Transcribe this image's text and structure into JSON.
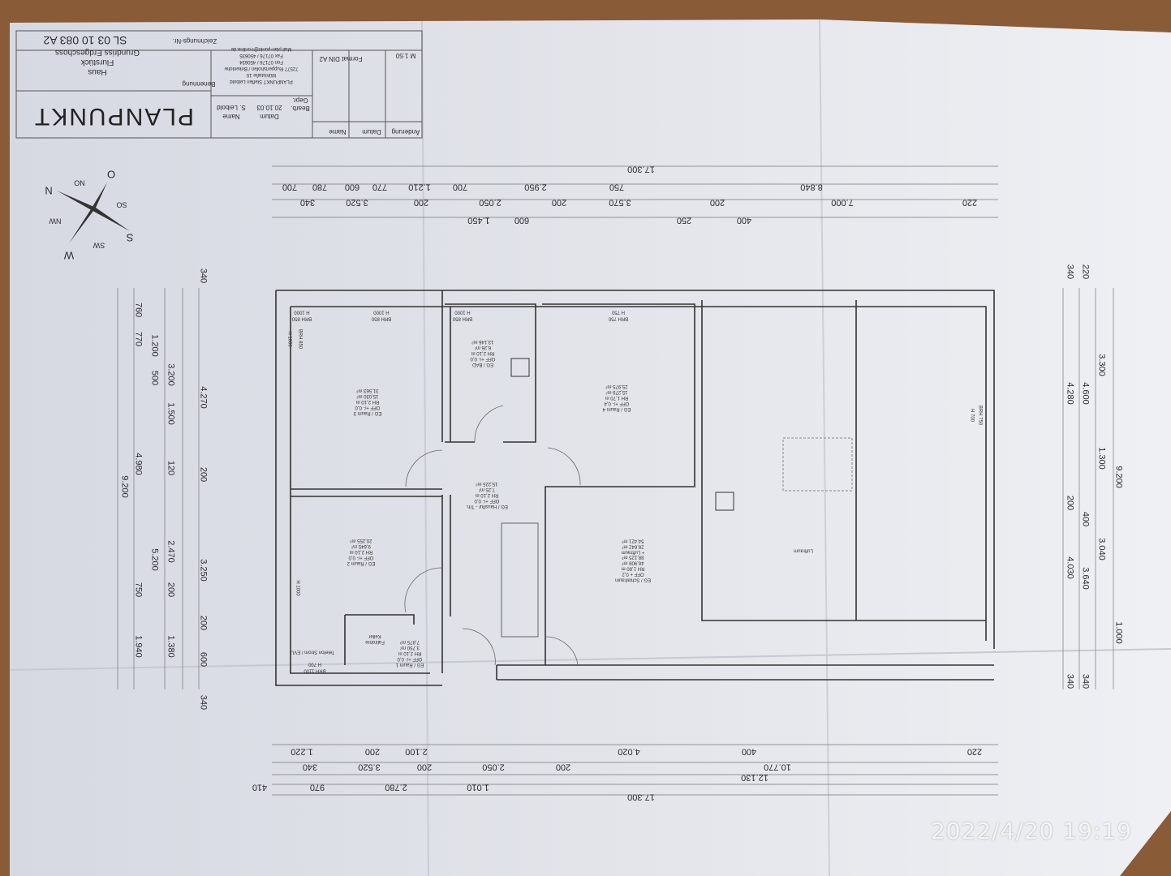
{
  "title_block": {
    "logo": "PLANPUNKT",
    "drawing_no_label": "Zeichnungs-Nr.",
    "drawing_no": "SL 03 10 083 A2",
    "designation_label": "Benennung",
    "designation": [
      "Haus",
      "Flurstück",
      "Grundriss Erdgeschoss"
    ],
    "office": [
      "PLANPUNKT Steffen Leibold",
      "Mühlstaße 10",
      "72577 Ruppertshofen / Birkenlohe",
      "Fon 07176 / 450634",
      "Fax 07176 / 450635",
      "Mail plan-punkt@t-online.de"
    ],
    "scale": "M 1:50",
    "format": "Format DIN A2",
    "rev_headers": [
      "Änderung",
      "Datum",
      "Name"
    ],
    "date_label": "Datum",
    "name_label": "Name",
    "drawn_label": "Bearb.",
    "drawn_date": "20.10.03",
    "drawn_name": "S. Leibold",
    "checked_label": "Gepr."
  },
  "compass": [
    "N",
    "NO",
    "O",
    "SO",
    "S",
    "SW",
    "W",
    "NW"
  ],
  "rooms": [
    {
      "lines": [
        "EG / Raum 3",
        "OFF +/- 0,0",
        "RH 2,10 m",
        "15,030 m²",
        "31,563 m³"
      ]
    },
    {
      "lines": [
        "EG / Raum 2",
        "OFF +/- 0,0",
        "RH 2,10 m",
        "9,645 m²",
        "20,255 m³"
      ]
    },
    {
      "lines": [
        "EG / Raum 1",
        "OFF +/- 0,0",
        "RH 2,10 m",
        "3,750 m²",
        "7,875 m³"
      ]
    },
    {
      "lines": [
        "EG / BAD",
        "OFF +/- 0,0",
        "RH 2,10 m",
        "6,26 m²",
        "13,146 m³"
      ]
    },
    {
      "lines": [
        "EG / Raum 4",
        "OFF +/- 0,4",
        "RH 1,70 m",
        "15,279 m²",
        "25,975 m³"
      ]
    },
    {
      "lines": [
        "EG / Hausflur - Trh.",
        "OFF +/- 0,0",
        "RH 2,10 m",
        "7,25 m²",
        "15,225 m³"
      ]
    },
    {
      "lines": [
        "EG / Schlafraum",
        "OFF + 0,2",
        "RH 1,80 m",
        "46,908 m²",
        "88,125 m³",
        "+ Luftraum",
        "28,642 m²",
        "54,421 m³"
      ]
    },
    {
      "lines": [
        "Luftraum"
      ]
    },
    {
      "lines": [
        "Fallrohre",
        "Keller"
      ]
    },
    {
      "lines": [
        "Telefon   Strom / EVU"
      ]
    }
  ],
  "window_labels": [
    "BRH 850",
    "H 1000",
    "BRH 850",
    "H 1000",
    "BRH 850",
    "H 1000",
    "BRH 750",
    "H 750",
    "BRH 750",
    "H 700",
    "BRH 1100",
    "H 700",
    "BRH 850",
    "H 1000",
    "H 1000"
  ],
  "dims_top": [
    {
      "row": 0,
      "v": [
        "17.300"
      ]
    },
    {
      "row": 1,
      "v": [
        "700",
        "780",
        "600",
        "770",
        "1.210",
        "700",
        "2.950",
        "750",
        "8.840"
      ]
    },
    {
      "row": 2,
      "v": [
        "340",
        "3.520",
        "200",
        "2.050",
        "200",
        "3.570",
        "200",
        "7.000",
        "220"
      ]
    },
    {
      "row": 3,
      "v": [
        "1.450",
        "600",
        "250",
        "400"
      ]
    }
  ],
  "dims_bottom": [
    {
      "row": 0,
      "v": [
        "1.220",
        "200",
        "2.100",
        "4.020",
        "400",
        "220"
      ]
    },
    {
      "row": 1,
      "v": [
        "340",
        "3.520",
        "200",
        "2.050",
        "200",
        "10.770"
      ]
    },
    {
      "row": 2,
      "v": [
        "12.130"
      ]
    },
    {
      "row": 3,
      "v": [
        "410",
        "970",
        "2.780",
        "1.010"
      ]
    },
    {
      "row": 4,
      "v": [
        "17.300"
      ]
    }
  ],
  "dims_left": [
    {
      "v": [
        "340",
        "4.270",
        "200",
        "3.250",
        "200",
        "600",
        "340"
      ]
    },
    {
      "v": [
        "3.200",
        "1.500",
        "120",
        "2.470",
        "200",
        "1.380"
      ]
    },
    {
      "v": [
        "1.200",
        "500",
        "5.200"
      ]
    },
    {
      "v": [
        "760",
        "770",
        "4.980",
        "750",
        "1.940"
      ]
    },
    {
      "v": [
        "9.200"
      ]
    }
  ],
  "dims_right": [
    {
      "v": [
        "340",
        "4.280",
        "200",
        "4.030",
        "340"
      ]
    },
    {
      "v": [
        "220",
        "4.600",
        "400",
        "3.640",
        "340"
      ]
    },
    {
      "v": [
        "3.300",
        "1.300",
        "3.040"
      ]
    },
    {
      "v": [
        "9.200",
        "1.000"
      ]
    }
  ],
  "timestamp": "2022/4/20 19:19",
  "colors": {
    "paper": "#dde0e8",
    "wood": "#8a5b37",
    "ink": "#2c2c30"
  }
}
